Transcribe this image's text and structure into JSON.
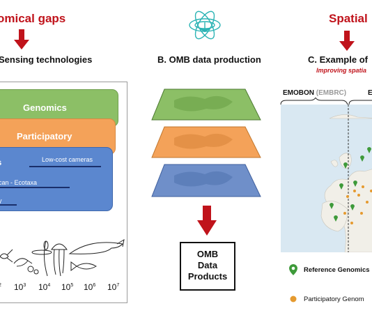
{
  "headers": {
    "left_red": "omical gaps",
    "right_red": "Spatial"
  },
  "sections": {
    "a_title": "Sensing technologies",
    "b_title": "B. OMB data production",
    "c_title": "C. Example of",
    "c_subtitle": "Improving spatia"
  },
  "panel_a": {
    "bars": [
      {
        "label": "Genomics",
        "color": "#8cbf66"
      },
      {
        "label": "Participatory",
        "color": "#f4a259"
      },
      {
        "label": "cs",
        "color": "#5b87cf"
      }
    ],
    "sublabels": [
      "Low-cost cameras",
      "can - Ecotaxa",
      "y"
    ],
    "axis_ticks": [
      "10",
      "10",
      "10",
      "10",
      "10"
    ],
    "axis_exponents": [
      "2",
      "3",
      "4",
      "5",
      "6",
      "7"
    ]
  },
  "panel_b": {
    "layer_colors": [
      "#8cbf66",
      "#f4a259",
      "#6f8fc9"
    ],
    "products_lines": [
      "OMB",
      "Data",
      "Products"
    ]
  },
  "panel_c": {
    "region_left": "EMOBON",
    "region_left_paren": "(EMBRC)",
    "region_right": "E",
    "legend": [
      {
        "label": "Reference Genomics",
        "marker": "green-pin"
      },
      {
        "label": "Participatory Genom",
        "marker": "orange-dot"
      }
    ]
  },
  "colors": {
    "accent_red": "#c0131b",
    "logo_teal": "#2ab3b4",
    "green_marker": "#3e9a3a",
    "orange_marker": "#e59a2f"
  }
}
